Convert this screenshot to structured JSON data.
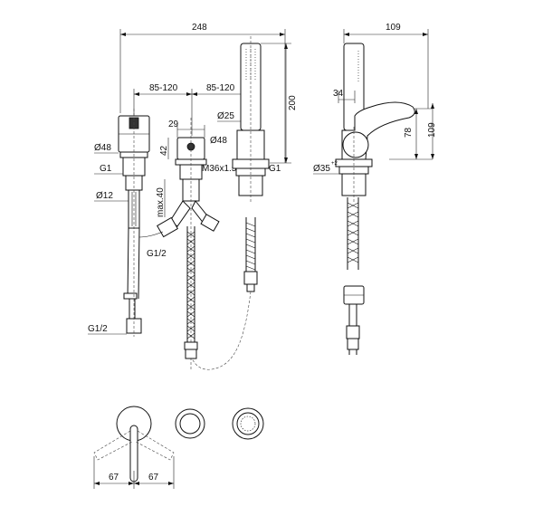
{
  "dimensions": {
    "overall_width": "248",
    "side_width": "109",
    "spacing_left": "85-120",
    "spacing_right": "85-120",
    "hand_shower_height": "200",
    "side_depth": "34",
    "handle_height": "78",
    "side_height": "109",
    "valve_width": "29",
    "valve_height": "42",
    "diameter_25": "Ø25",
    "diameter_48_left": "Ø48",
    "diameter_48_mid": "Ø48",
    "thread_m36": "M36x1.5",
    "g1_left": "G1",
    "g1_right": "G1",
    "diameter_12": "Ø12",
    "max_40": "max.40",
    "g_half_mid": "G1/2",
    "g_half_left": "G1/2",
    "diameter_35": "Ø35",
    "diameter_35_tol": "+2",
    "rotation_left": "67",
    "rotation_right": "67"
  }
}
